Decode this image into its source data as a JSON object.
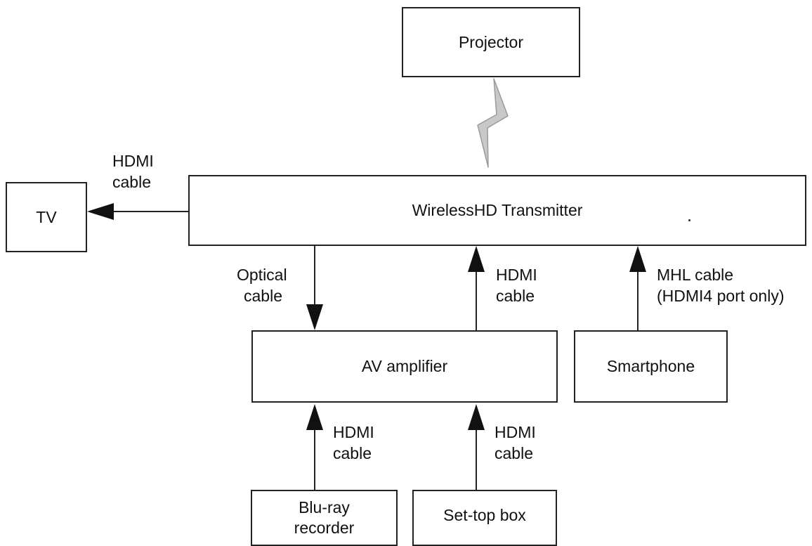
{
  "nodes": {
    "projector": "Projector",
    "transmitter": "WirelessHD Transmitter",
    "tv": "TV",
    "av_amplifier": "AV amplifier",
    "smartphone": "Smartphone",
    "bluray": "Blu-ray recorder",
    "settop": "Set-top box"
  },
  "edge_labels": {
    "tv_link": [
      "HDMI",
      "cable"
    ],
    "optical_link": [
      "Optical",
      "cable"
    ],
    "amp_to_tx": [
      "HDMI",
      "cable"
    ],
    "mhl_link": [
      "MHL cable",
      "(HDMI4 port only)"
    ],
    "bluray_link": [
      "HDMI",
      "cable"
    ],
    "settop_link": [
      "HDMI",
      "cable"
    ]
  },
  "edges": [
    {
      "from": "transmitter",
      "to": "tv",
      "label": "tv_link"
    },
    {
      "from": "transmitter",
      "to": "av_amplifier",
      "label": "optical_link"
    },
    {
      "from": "av_amplifier",
      "to": "transmitter",
      "label": "amp_to_tx"
    },
    {
      "from": "smartphone",
      "to": "transmitter",
      "label": "mhl_link"
    },
    {
      "from": "bluray",
      "to": "av_amplifier",
      "label": "bluray_link"
    },
    {
      "from": "settop",
      "to": "av_amplifier",
      "label": "settop_link"
    },
    {
      "from": "transmitter",
      "to": "projector",
      "label": "wireless"
    }
  ],
  "colors": {
    "line": "#222222",
    "wireless_bolt": "#c8c8c8",
    "wireless_bolt_edge": "#9a9a9a"
  }
}
